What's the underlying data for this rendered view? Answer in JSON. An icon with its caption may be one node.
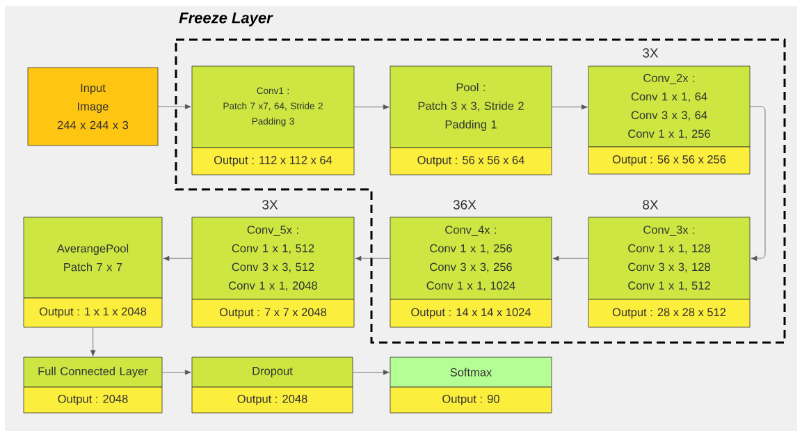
{
  "diagram": {
    "nodes": [
      {
        "text": [
          "Freeze Layer"
        ]
      },
      {
        "text": [
          "Input Image",
          "244 x 244 x 3"
        ]
      },
      {
        "text": [
          "Conv1 :",
          "Patch 7 x7, 64, Stride 2 Padding 3",
          "Output : 112 x 112 x 64"
        ],
        "in": 0
      },
      {
        "text": [
          "Pool :",
          "Patch 3 x 3, Stride 2 Padding 1",
          "Output : 56 x 56 x 64"
        ],
        "in": 0
      },
      {
        "text": [
          "Conv_2x :",
          "Conv 1 x 1, 64 Conv 3 x 3, 64 Conv 1 x 1, 256",
          "Output : 56 x 56 x 256"
        ],
        "beside": [
          "3X"
        ],
        "in": 0
      },
      {
        "text": [
          "Conv_3x :",
          "Conv 1 x 1, 128 Conv 3 x 3, 128 Conv 1 x 1, 512",
          "Output : 28 x 28 x 512"
        ],
        "beside": [
          "8X"
        ],
        "in": 0
      },
      {
        "text": [
          "Conv_4x :",
          "Conv 1 x 1, 256 Conv 3 x 3, 256 Conv 1 x 1, 1024",
          "Output : 14 x 14 x 1024"
        ],
        "beside": [
          "36X"
        ],
        "in": 0
      },
      {
        "text": [
          "Conv_5x :",
          "Conv 1 x 1, 512 Conv 3 x 3, 512 Conv 1 x 1, 2048",
          "Output : 7 x 7 x 2048"
        ],
        "beside": [
          "3X"
        ]
      },
      {
        "text": [
          "AverangePool Patch 7 x 7",
          "Output : 1 x 1 x 2048"
        ]
      },
      {
        "text": [
          "Full Connected Layer",
          "Output : 2048"
        ]
      },
      {
        "text": [
          "Dropout",
          "Output : 2048"
        ]
      },
      {
        "text": [
          "Softmax",
          "Output : 90"
        ]
      }
    ],
    "edges": [
      {
        "from": 1,
        "to": 2,
        "arrow": "to"
      },
      {
        "from": 2,
        "to": 3,
        "arrow": "to"
      },
      {
        "from": 3,
        "to": 4,
        "arrow": "to"
      },
      {
        "from": 4,
        "to": 5,
        "arrow": "to"
      },
      {
        "from": 5,
        "to": 6,
        "arrow": "to"
      },
      {
        "from": 6,
        "to": 7,
        "arrow": "to"
      },
      {
        "from": 7,
        "to": 8,
        "arrow": "to"
      },
      {
        "from": 8,
        "to": 9,
        "arrow": "to"
      },
      {
        "from": 9,
        "to": 10,
        "arrow": "to"
      },
      {
        "from": 10,
        "to": 11,
        "arrow": "to"
      }
    ]
  }
}
